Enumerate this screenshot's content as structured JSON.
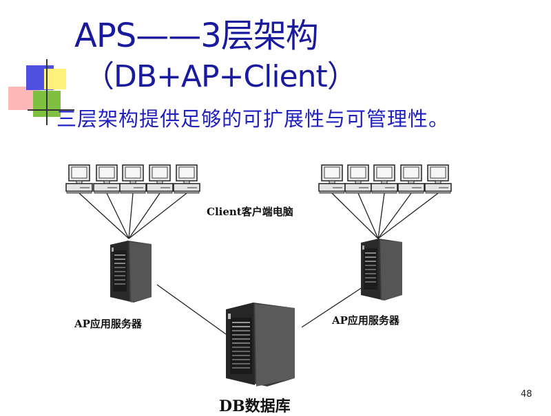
{
  "slide": {
    "title_line1": "APS——3层架构",
    "title_line2": "（DB+AP+Client）",
    "subtitle": "三层架构提供足够的可扩展性与可管理性。",
    "page_number": "48"
  },
  "diagram": {
    "client_label": "Client客户端电脑",
    "ap_server_left_label": "AP应用服务器",
    "ap_server_right_label": "AP应用服务器",
    "db_server_label": "DB数据库"
  },
  "colors": {
    "title": "#1a1a9e",
    "subtitle": "#2020c0",
    "deco_blue": "#4a4ad8",
    "deco_yellow": "#ffef66",
    "deco_green": "#80c040",
    "deco_pink": "#ffb8b8"
  }
}
